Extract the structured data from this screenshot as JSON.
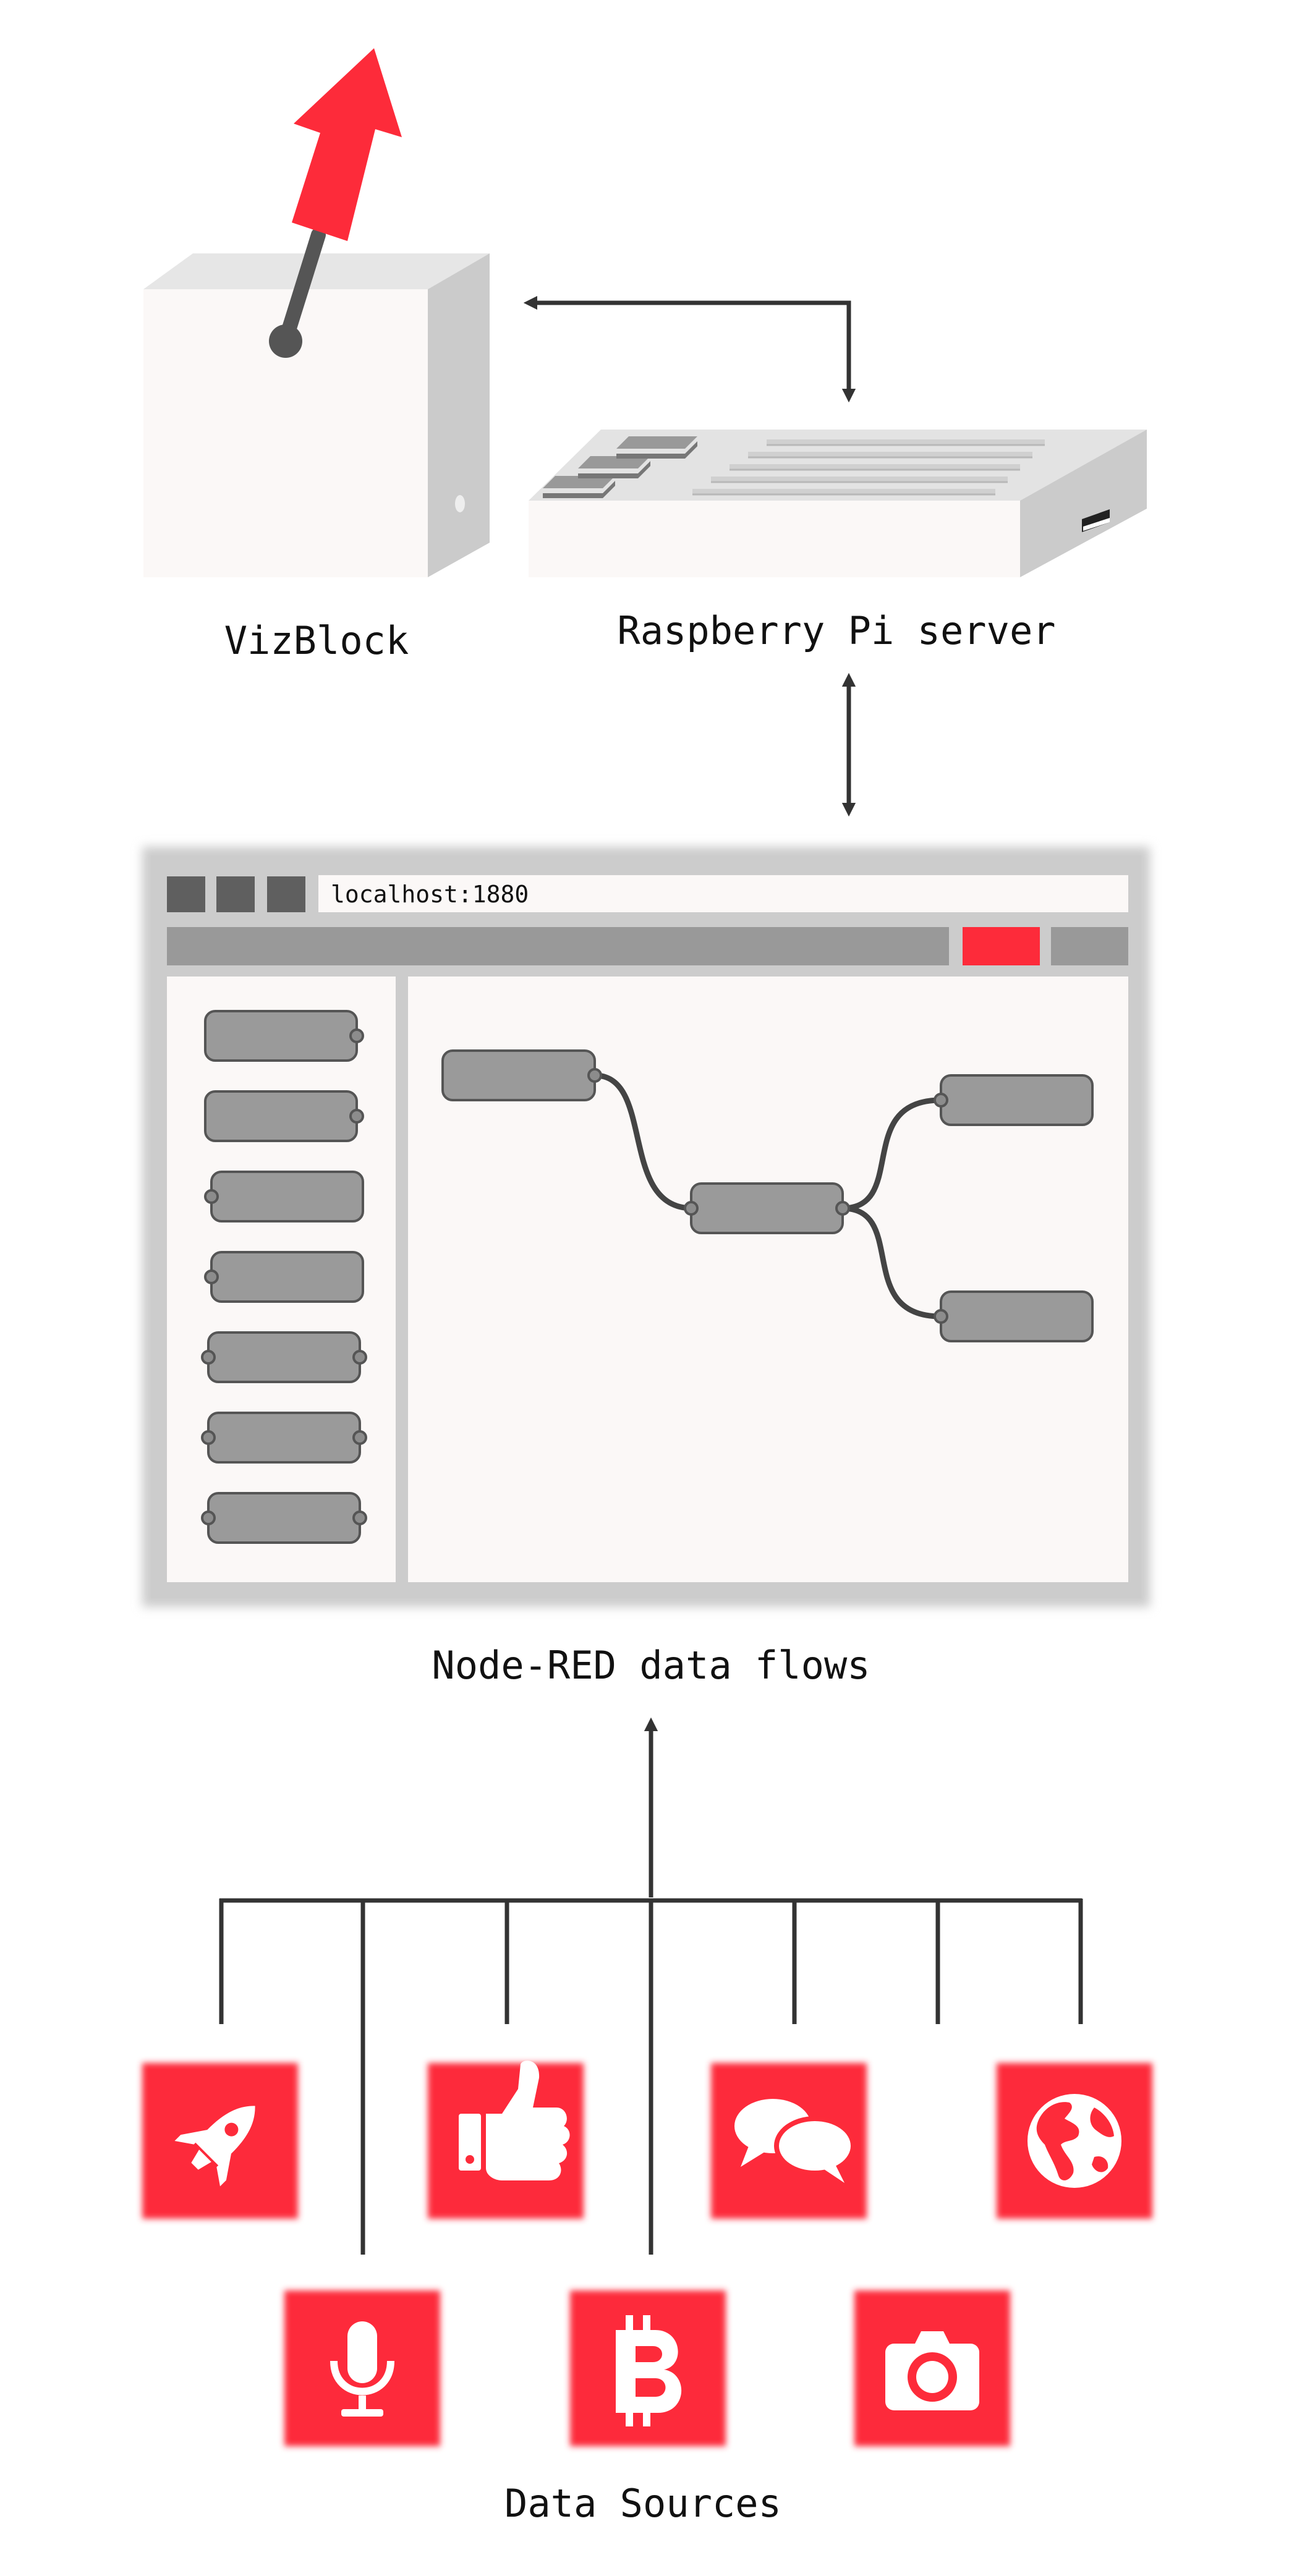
{
  "labels": {
    "vizblock": "VizBlock",
    "pi_server": "Raspberry Pi server",
    "node_red": "Node-RED data flows",
    "data_sources": "Data Sources"
  },
  "browser": {
    "url": "localhost:1880"
  },
  "colors": {
    "accent": "#fd2b3a",
    "node_fill": "#9a9a9a",
    "frame": "#cccccc",
    "panel_bg": "#fbf8f7"
  },
  "data_sources": [
    {
      "icon": "rocket-icon"
    },
    {
      "icon": "thumbs-up-icon"
    },
    {
      "icon": "chat-bubbles-icon"
    },
    {
      "icon": "globe-icon"
    },
    {
      "icon": "microphone-icon"
    },
    {
      "icon": "bitcoin-icon"
    },
    {
      "icon": "camera-icon"
    }
  ]
}
